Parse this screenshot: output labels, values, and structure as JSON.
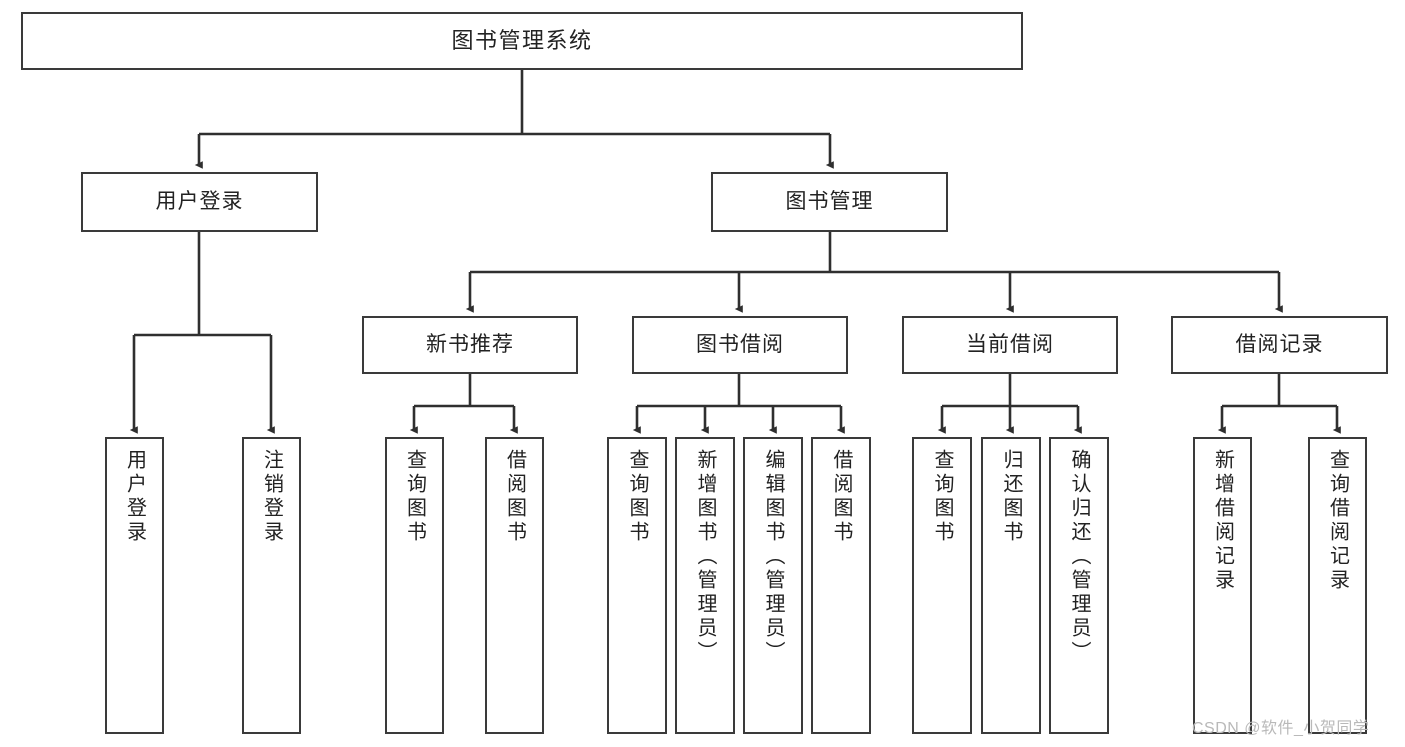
{
  "diagram": {
    "type": "tree-hierarchy",
    "title": "图书管理系统",
    "watermark": "CSDN @软件_小贺同学",
    "colors": {
      "box_border": "#3a3a3a",
      "box_fill": "#ffffff",
      "connector": "#2f2f2f",
      "text": "#222222",
      "watermark": "#b9b9b9",
      "background": "#ffffff"
    },
    "levels": {
      "root": "图书管理系统",
      "level2": [
        "用户登录",
        "图书管理"
      ],
      "level3": [
        "新书推荐",
        "图书借阅",
        "当前借阅",
        "借阅记录"
      ]
    },
    "nodes": {
      "root": {
        "label": "图书管理系统"
      },
      "user_login": {
        "label": "用户登录"
      },
      "book_manage": {
        "label": "图书管理"
      },
      "new_book_rec": {
        "label": "新书推荐"
      },
      "book_borrow": {
        "label": "图书借阅"
      },
      "current_borrow": {
        "label": "当前借阅"
      },
      "borrow_record": {
        "label": "借阅记录"
      },
      "leaf_user_login": {
        "label": "用户登录"
      },
      "leaf_logout": {
        "label": "注销登录"
      },
      "leaf_query_book_a": {
        "label": "查询图书"
      },
      "leaf_borrow_book_a": {
        "label": "借阅图书"
      },
      "leaf_query_book_b": {
        "label": "查询图书"
      },
      "leaf_add_book": {
        "label": "新增图书（管理员）"
      },
      "leaf_edit_book": {
        "label": "编辑图书（管理员）"
      },
      "leaf_borrow_book_b": {
        "label": "借阅图书"
      },
      "leaf_query_book_c": {
        "label": "查询图书"
      },
      "leaf_return_book": {
        "label": "归还图书"
      },
      "leaf_confirm_return": {
        "label": "确认归还（管理员）"
      },
      "leaf_add_record": {
        "label": "新增借阅记录"
      },
      "leaf_query_record": {
        "label": "查询借阅记录"
      }
    },
    "edges": [
      {
        "from": "root",
        "to": "用户登录"
      },
      {
        "from": "root",
        "to": "图书管理"
      },
      {
        "from": "用户登录",
        "to": "用户登录(叶)"
      },
      {
        "from": "用户登录",
        "to": "注销登录"
      },
      {
        "from": "图书管理",
        "to": "新书推荐"
      },
      {
        "from": "图书管理",
        "to": "图书借阅"
      },
      {
        "from": "图书管理",
        "to": "当前借阅"
      },
      {
        "from": "图书管理",
        "to": "借阅记录"
      },
      {
        "from": "新书推荐",
        "to": "查询图书"
      },
      {
        "from": "新书推荐",
        "to": "借阅图书"
      },
      {
        "from": "图书借阅",
        "to": "查询图书"
      },
      {
        "from": "图书借阅",
        "to": "新增图书（管理员）"
      },
      {
        "from": "图书借阅",
        "to": "编辑图书（管理员）"
      },
      {
        "from": "图书借阅",
        "to": "借阅图书"
      },
      {
        "from": "当前借阅",
        "to": "查询图书"
      },
      {
        "from": "当前借阅",
        "to": "归还图书"
      },
      {
        "from": "当前借阅",
        "to": "确认归还（管理员）"
      },
      {
        "from": "借阅记录",
        "to": "新增借阅记录"
      },
      {
        "from": "借阅记录",
        "to": "查询借阅记录"
      }
    ]
  }
}
